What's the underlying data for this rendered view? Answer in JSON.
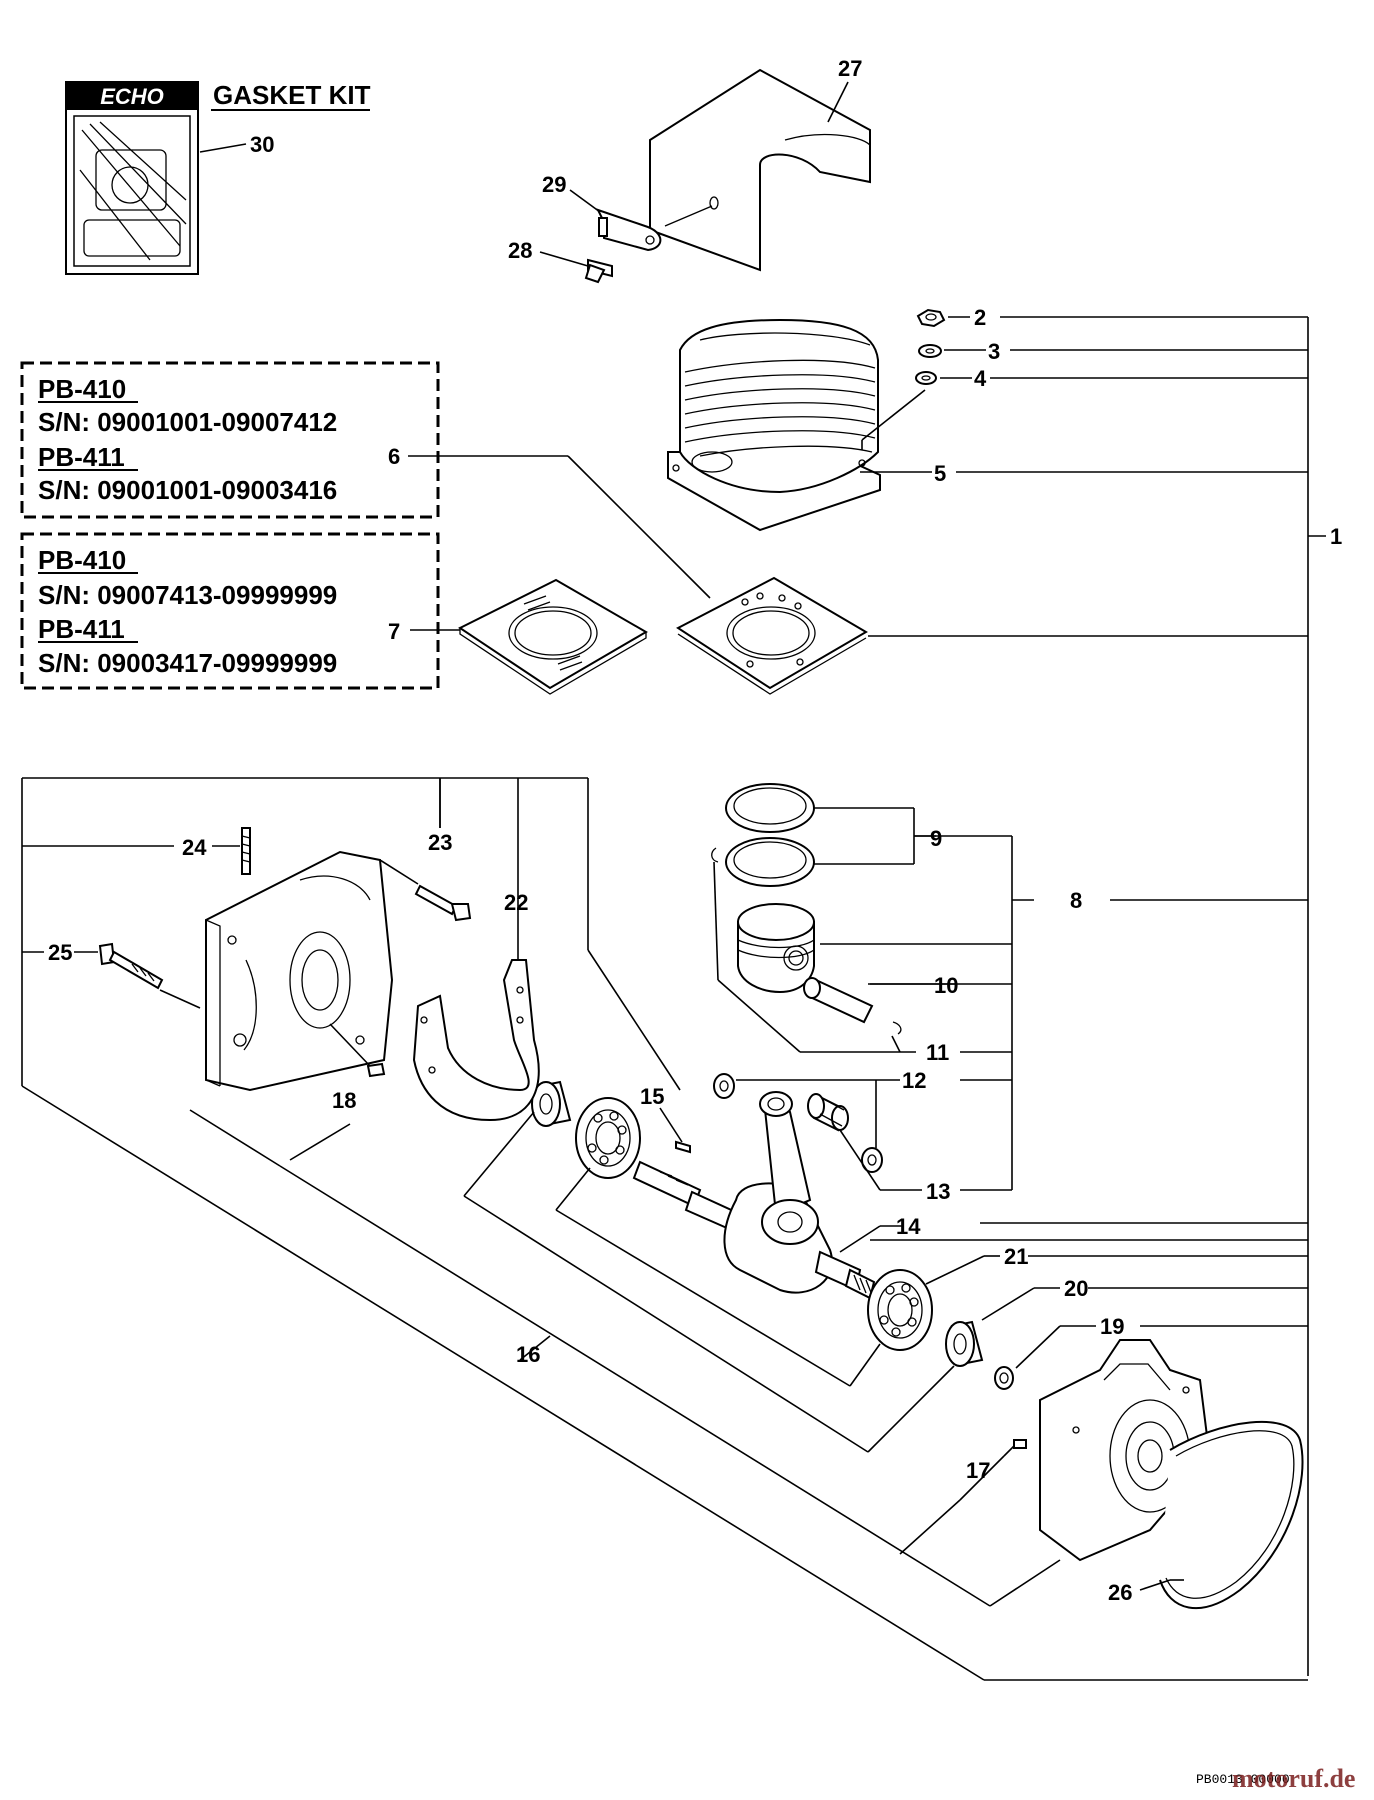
{
  "gasket_kit": {
    "brand": "ECHO",
    "title": "GASKET KIT",
    "callout": "30"
  },
  "serial_boxes": [
    {
      "model_a": "PB-410",
      "sn_a": "S/N: 09001001-09007412",
      "model_b": "PB-411",
      "sn_b": "S/N: 09001001-09003416"
    },
    {
      "model_a": "PB-410",
      "sn_a": "S/N: 09007413-09999999",
      "model_b": "PB-411",
      "sn_b": "S/N: 09003417-09999999"
    }
  ],
  "callouts": {
    "c1": "1",
    "c2": "2",
    "c3": "3",
    "c4": "4",
    "c5": "5",
    "c6": "6",
    "c7": "7",
    "c8": "8",
    "c9": "9",
    "c10": "10",
    "c11": "11",
    "c12": "12",
    "c13": "13",
    "c14": "14",
    "c15": "15",
    "c16": "16",
    "c17": "17",
    "c18": "18",
    "c19": "19",
    "c20": "20",
    "c21": "21",
    "c22": "22",
    "c23": "23",
    "c24": "24",
    "c25": "25",
    "c26": "26",
    "c27": "27",
    "c28": "28",
    "c29": "29"
  },
  "footer": {
    "code": "PB0013 00000",
    "watermark": "motoruf.de"
  }
}
